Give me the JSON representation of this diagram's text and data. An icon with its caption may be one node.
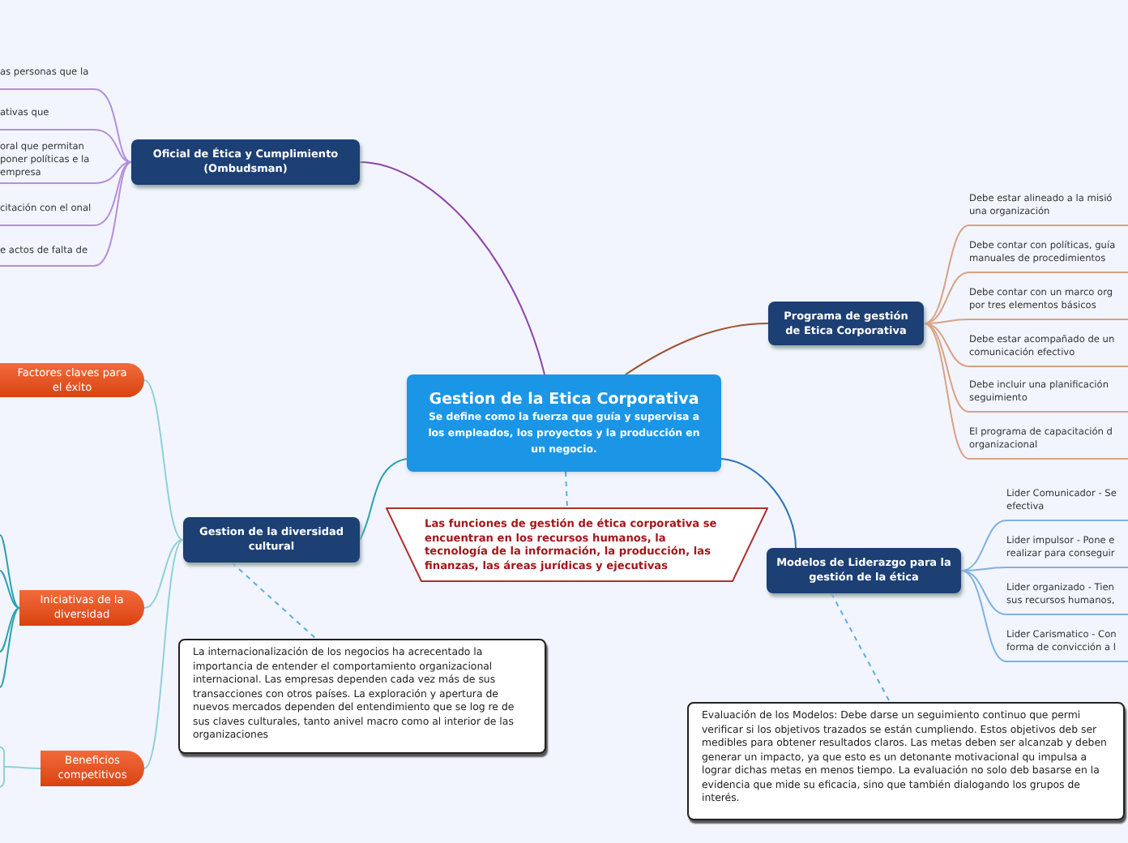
{
  "diagram": {
    "nodes": [
      {
        "text": [
          "Gestion de la Etica Corporativa",
          "Se define  como la fuerza que guía y supervisa a los empleados, los proyectos y la producción en un negocio."
        ]
      },
      {
        "text": [
          "Oficial de Ética y Cumplimiento (Ombudsman)"
        ]
      },
      {
        "text": [
          "as personas que la"
        ]
      },
      {
        "text": [
          "ativas que"
        ]
      },
      {
        "text": [
          "oral que permitan poner políticas e la empresa"
        ]
      },
      {
        "text": [
          "citación con el onal"
        ]
      },
      {
        "text": [
          "e actos de falta de"
        ]
      },
      {
        "text": [
          "Programa de gestión de Etica Corporativa"
        ]
      },
      {
        "text": [
          "Debe estar alineado a la misió una organización"
        ]
      },
      {
        "text": [
          "Debe contar con políticas, guía manuales de procedimientos"
        ]
      },
      {
        "text": [
          "Debe contar con un marco org por tres elementos básicos"
        ]
      },
      {
        "text": [
          "Debe estar acompañado de un comunicación efectivo"
        ]
      },
      {
        "text": [
          "Debe incluir una planificación seguimiento"
        ]
      },
      {
        "text": [
          "El programa de capacitación d organizacional"
        ]
      },
      {
        "text": [
          "Las funciones de gestión de ética corporativa se encuentran en los recursos humanos, la tecnología de la información, la producción, las finanzas, las áreas jurídicas y ejecutivas"
        ]
      },
      {
        "text": [
          "Modelos de Liderazgo para la gestión de la ética"
        ]
      },
      {
        "text": [
          "Lider Comunicador - Se efectiva"
        ]
      },
      {
        "text": [
          "Lider impulsor - Pone e realizar para conseguir"
        ]
      },
      {
        "text": [
          "Lider organizado - Tien sus recursos humanos,"
        ]
      },
      {
        "text": [
          "Lider Carismatico - Con forma de convicción a l"
        ]
      },
      {
        "text": [
          "Evaluación de los Modelos: Debe darse un seguimiento continuo que permi verificar si los objetivos trazados se están cumpliendo. Estos objetivos deb ser medibles para obtener resultados claros. Las metas deben ser alcanzab y deben generar un impacto, ya que esto es un detonante motivacional qu impulsa a lograr dichas metas en menos tiempo. La evaluación no solo deb basarse en la evidencia que mide su eficacia, sino que también dialogando los grupos de interés."
        ]
      },
      {
        "text": [
          "Gestion de la diversidad cultural"
        ]
      },
      {
        "text": [
          "La internacionalización de los negocios ha acrecentado la importancia de entender el comportamiento organizacional internacional. Las empresas dependen cada vez más de sus transacciones con otros países. La exploración y apertura de nuevos mercados dependen del entendimiento que se log re de sus claves culturales, tanto anivel macro como al interior de las organizaciones"
        ]
      },
      {
        "text": [
          "Factores claves para el éxito"
        ]
      },
      {
        "text": [
          "Iniciativas de la diversidad"
        ]
      },
      {
        "text": [
          "Beneficios competitivos"
        ]
      },
      {
        "text": [],
        "shape": "box"
      }
    ],
    "edges": [
      {
        "from": 0,
        "to": 1,
        "arrow": "none",
        "color": "#8e44ad"
      },
      {
        "from": 0,
        "to": 7,
        "arrow": "none",
        "color": "#a0522d"
      },
      {
        "from": 0,
        "to": 14,
        "arrow": "none",
        "style": "dashed",
        "color": "#5dade2"
      },
      {
        "from": 0,
        "to": 21,
        "arrow": "none",
        "color": "#2aa1b0"
      },
      {
        "from": 0,
        "to": 15,
        "arrow": "none",
        "color": "#2e75b6"
      },
      {
        "from": 1,
        "to": 2,
        "arrow": "none",
        "color": "#b48fd8"
      },
      {
        "from": 1,
        "to": 3,
        "arrow": "none",
        "color": "#b48fd8"
      },
      {
        "from": 1,
        "to": 4,
        "arrow": "none",
        "color": "#b48fd8"
      },
      {
        "from": 1,
        "to": 5,
        "arrow": "none",
        "color": "#b48fd8"
      },
      {
        "from": 1,
        "to": 6,
        "arrow": "none",
        "color": "#b48fd8"
      },
      {
        "from": 7,
        "to": 8,
        "arrow": "none",
        "color": "#d9a184"
      },
      {
        "from": 7,
        "to": 9,
        "arrow": "none",
        "color": "#d9a184"
      },
      {
        "from": 7,
        "to": 10,
        "arrow": "none",
        "color": "#d9a184"
      },
      {
        "from": 7,
        "to": 11,
        "arrow": "none",
        "color": "#d9a184"
      },
      {
        "from": 7,
        "to": 12,
        "arrow": "none",
        "color": "#d9a184"
      },
      {
        "from": 7,
        "to": 13,
        "arrow": "none",
        "color": "#d9a184"
      },
      {
        "from": 15,
        "to": 16,
        "arrow": "none",
        "color": "#7fb1e3"
      },
      {
        "from": 15,
        "to": 17,
        "arrow": "none",
        "color": "#7fb1e3"
      },
      {
        "from": 15,
        "to": 18,
        "arrow": "none",
        "color": "#7fb1e3"
      },
      {
        "from": 15,
        "to": 19,
        "arrow": "none",
        "color": "#7fb1e3"
      },
      {
        "from": 15,
        "to": 20,
        "arrow": "none",
        "style": "dashed",
        "color": "#5dade2"
      },
      {
        "from": 21,
        "to": 22,
        "arrow": "none",
        "style": "dashed",
        "color": "#5dade2"
      },
      {
        "from": 21,
        "to": 23,
        "arrow": "none",
        "color": "#8fd0d8"
      },
      {
        "from": 21,
        "to": 24,
        "arrow": "none",
        "color": "#8fd0d8"
      },
      {
        "from": 21,
        "to": 25,
        "arrow": "none",
        "color": "#8fd0d8"
      },
      {
        "from": 24,
        "to": null,
        "arrow": "none",
        "color": "#2aa1b0"
      },
      {
        "from": 24,
        "to": null,
        "arrow": "none",
        "color": "#2aa1b0"
      },
      {
        "from": 24,
        "to": null,
        "arrow": "none",
        "color": "#2aa1b0"
      },
      {
        "from": 24,
        "to": null,
        "arrow": "none",
        "color": "#2aa1b0"
      },
      {
        "from": 25,
        "to": 26,
        "arrow": "none",
        "color": "#8fd0d8"
      }
    ]
  }
}
